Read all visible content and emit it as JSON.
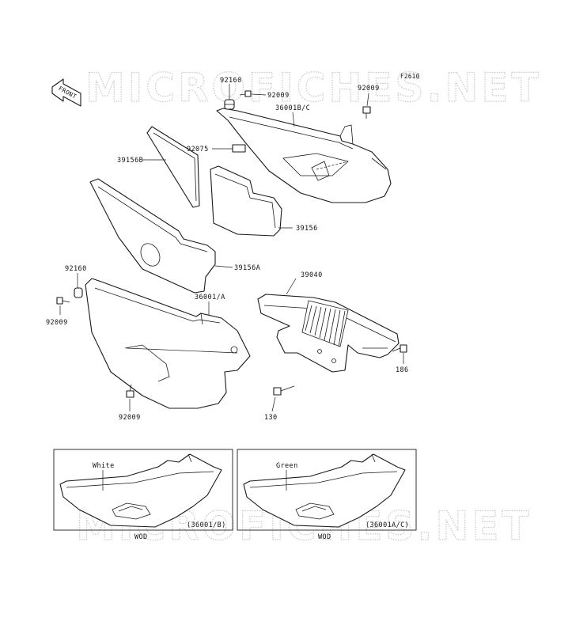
{
  "diagram": {
    "figure_code": "F2610",
    "watermark_text": "MICROFICHES.NET",
    "front_label": "FRONT",
    "part_numbers": {
      "p92160_top": "92160",
      "p92009_top_mid": "92009",
      "p92009_top_right": "92009",
      "p36001bc": "36001B/C",
      "p92075": "92075",
      "p39156b": "39156B",
      "p39156": "39156",
      "p39156a": "39156A",
      "p92160_left": "92160",
      "p92009_left": "92009",
      "p36001a": "36001/A",
      "p39040": "39040",
      "p186": "186",
      "p92009_bottom": "92009",
      "p130": "130"
    },
    "variants": [
      {
        "color": "White",
        "code": "(36001/B)",
        "footer": "WOD"
      },
      {
        "color": "Green",
        "code": "(36001A/C)",
        "footer": "WOD"
      }
    ]
  }
}
